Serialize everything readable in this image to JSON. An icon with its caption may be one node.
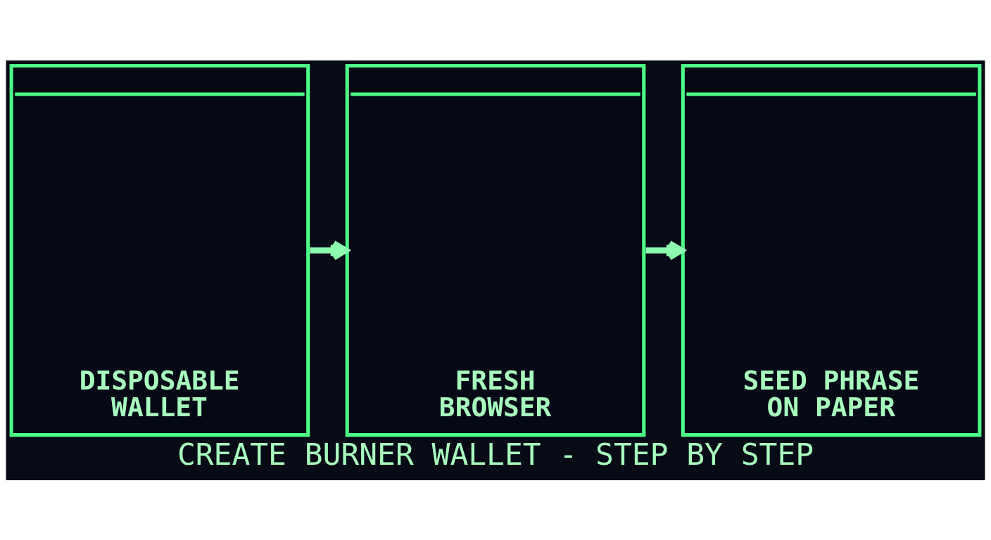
{
  "diagram": {
    "caption": "CREATE BURNER WALLET - STEP BY STEP",
    "nodes": [
      {
        "text": [
          "DISPOSABLE WALLET"
        ]
      },
      {
        "text": [
          "FRESH BROWSER"
        ]
      },
      {
        "text": [
          "SEED PHRASE ON PAPER"
        ]
      }
    ],
    "edges": [
      {
        "from": 0,
        "to": 1,
        "arrow": "to"
      },
      {
        "from": 1,
        "to": 2,
        "arrow": "to"
      }
    ]
  }
}
